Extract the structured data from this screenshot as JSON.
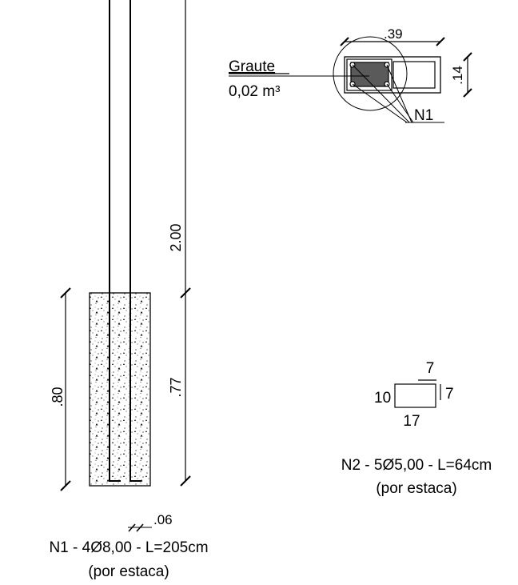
{
  "labels": {
    "graute": "Graute",
    "graute_volume": "0,02 m³",
    "dim_039": ".39",
    "dim_014": ".14",
    "n1_tag": "N1",
    "dim_200": "2.00",
    "dim_080": ".80",
    "dim_077": ".77",
    "dim_006": ".06",
    "n1_title": "N1 - 4Ø8,00 - L=205cm",
    "n1_sub": "(por estaca)",
    "n2_title": "N2 - 5Ø5,00 - L=64cm",
    "n2_sub": "(por estaca)",
    "stirrup_top": "7",
    "stirrup_right": "7",
    "stirrup_left": "10",
    "stirrup_bottom": "17"
  },
  "colors": {
    "line": "#000000",
    "grout_fill": "#5a5a5a"
  }
}
